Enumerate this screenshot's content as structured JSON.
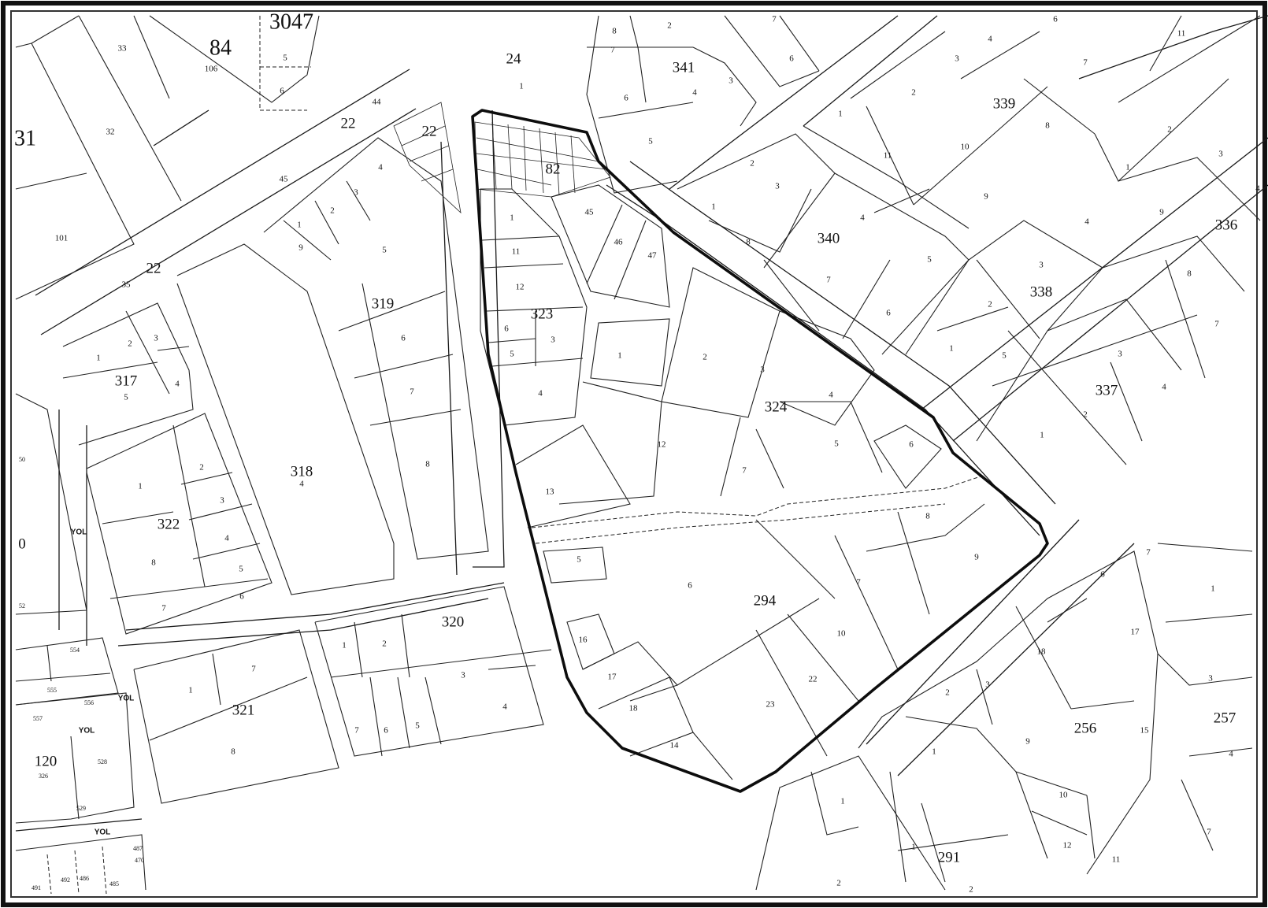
{
  "labels": {
    "block_numbers": [
      "3047",
      "84",
      "339",
      "341",
      "340",
      "336",
      "338",
      "337",
      "323",
      "324",
      "319",
      "317",
      "318",
      "322",
      "320",
      "321",
      "294",
      "256",
      "257",
      "291",
      "120",
      "82"
    ],
    "road_codes": [
      "22",
      "22",
      "22",
      "44",
      "45",
      "35",
      "24",
      "106",
      "101",
      "33",
      "32",
      "5",
      "6",
      "31"
    ],
    "road_name": "YOL",
    "parcel_numbers": [
      "1",
      "2",
      "3",
      "4",
      "5",
      "6",
      "7",
      "8",
      "9",
      "10",
      "11",
      "12",
      "13",
      "14",
      "15",
      "16",
      "17",
      "18",
      "22",
      "23",
      "45",
      "46",
      "47"
    ],
    "small_parcels": [
      "554",
      "555",
      "556",
      "557",
      "528",
      "529",
      "326",
      "491",
      "492",
      "486",
      "485",
      "487",
      "470",
      "50",
      "52",
      "0"
    ]
  }
}
